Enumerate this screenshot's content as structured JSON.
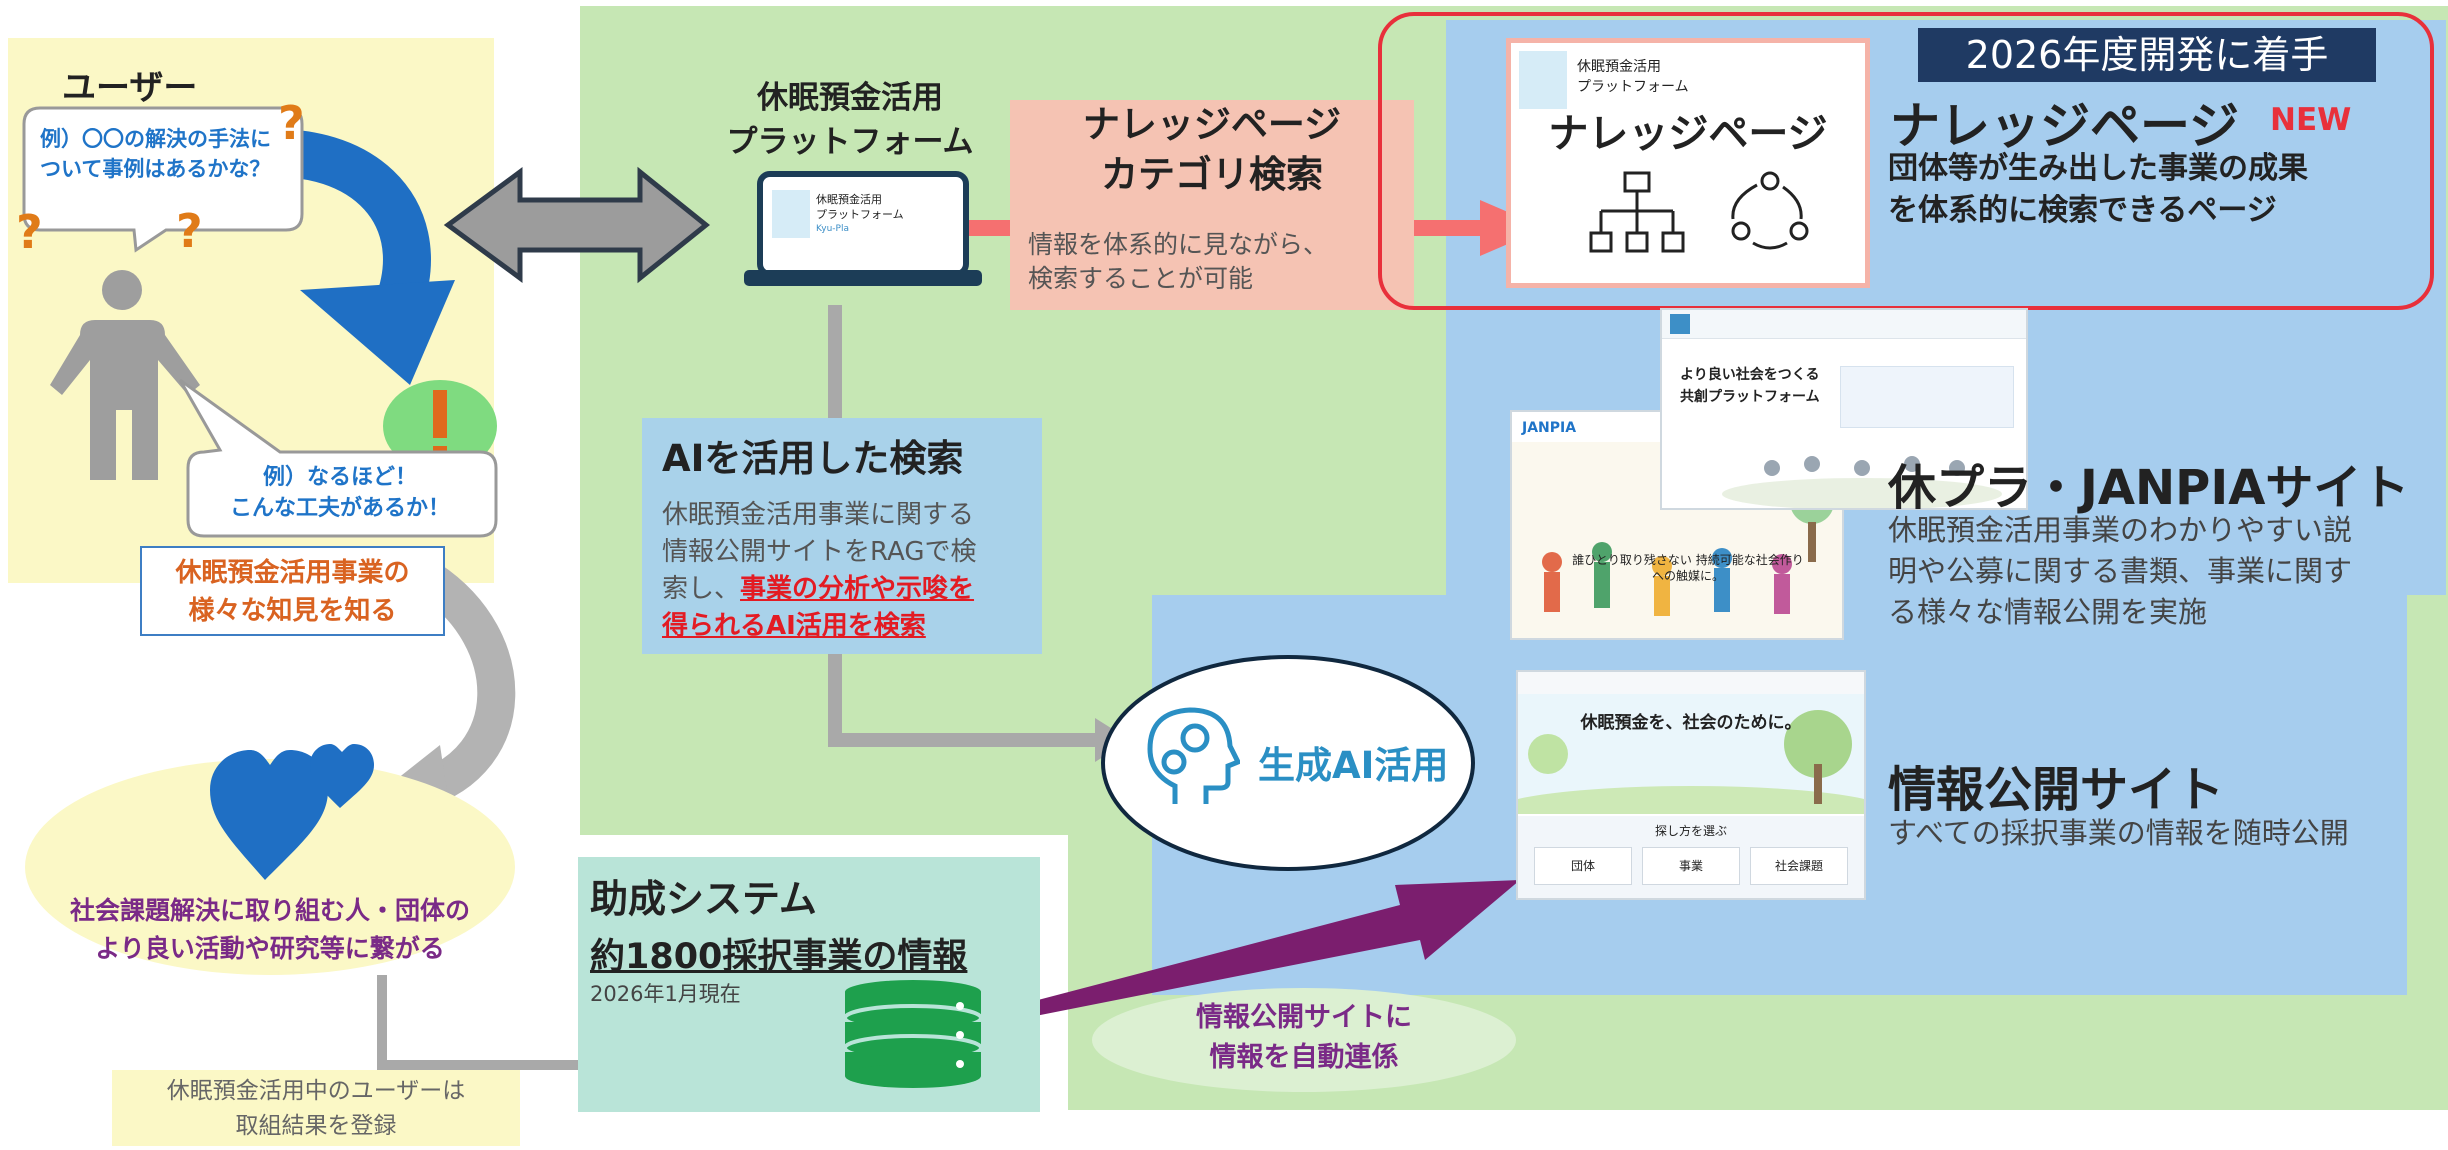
{
  "user": {
    "title": "ユーザー",
    "bubble_question": "例）〇〇の解決の手法について事例はあるかな？",
    "bubble_answer_line1": "例）なるほど！",
    "bubble_answer_line2": "こんな工夫があるか！",
    "insight_line1": "休眠預金活用事業の",
    "insight_line2": "様々な知見を知る",
    "connect_line1": "社会課題解決に取り組む人・団体の",
    "connect_line2": "より良い活動や研究等に繋がる",
    "register_line1": "休眠預金活用中のユーザーは",
    "register_line2": "取組結果を登録"
  },
  "platform": {
    "title_line1": "休眠預金活用",
    "title_line2": "プラットフォーム",
    "screen_line1": "休眠預金活用",
    "screen_line2": "プラットフォーム",
    "screen_logo": "Kyu-Pla"
  },
  "knowledge_search": {
    "title_line1": "ナレッジページ",
    "title_line2": "カテゴリ検索",
    "desc_line1": "情報を体系的に見ながら、",
    "desc_line2": "検索することが可能"
  },
  "ai_search": {
    "title": "AIを活用した検索",
    "desc_line1": "休眠預金活用事業に関する",
    "desc_line2": "情報公開サイトをRAGで検",
    "desc_line3_prefix": "索し、",
    "desc_line3_emph": "事業の分析や示唆を",
    "desc_line4_emph": "得られるAI活用を検索"
  },
  "gen_ai": {
    "label": "生成AI活用"
  },
  "subsidy": {
    "title": "助成システム",
    "count_label": "約1800採択事業の情報",
    "as_of": "2026年1月現在"
  },
  "auto_link": {
    "line1": "情報公開サイトに",
    "line2": "情報を自動連係"
  },
  "dev_badge": "2026年度開発に着手",
  "knowledge_page": {
    "card_title": "ナレッジページ",
    "card_logo_line1": "休眠預金活用",
    "card_logo_line2": "プラットフォーム",
    "title": "ナレッジページ",
    "new_badge": "NEW",
    "desc_line1": "団体等が生み出した事業の成果",
    "desc_line2": "を体系的に検索できるページ"
  },
  "kyupla_site": {
    "title": "休プラ・JANPIAサイト",
    "desc_line1": "休眠預金活用事業のわかりやすい説",
    "desc_line2": "明や公募に関する書類、事業に関す",
    "desc_line3": "る様々な情報公開を実施",
    "shot_heading_line1": "より良い社会をつくる",
    "shot_heading_line2": "共創プラットフォーム",
    "janpia_logo": "JANPIA",
    "janpia_tagline": "誰ひとり取り残さない 持続可能な社会作りへの触媒に。"
  },
  "disclosure_site": {
    "title": "情報公開サイト",
    "desc": "すべての採択事業の情報を随時公開",
    "shot_heading": "休眠預金を、社会のために。",
    "shot_search": "探し方を選ぶ",
    "shot_btn1": "団体",
    "shot_btn2": "事業",
    "shot_btn3": "社会課題"
  },
  "colors": {
    "green_region": "#c6e7b4",
    "blue_region": "#a6cdee",
    "user_panel": "#fbf8c6",
    "red_frame": "#e8303b",
    "navy_badge": "#1f3a63",
    "purple_arrow": "#7b1e6e",
    "accent_blue": "#1f74c8"
  }
}
